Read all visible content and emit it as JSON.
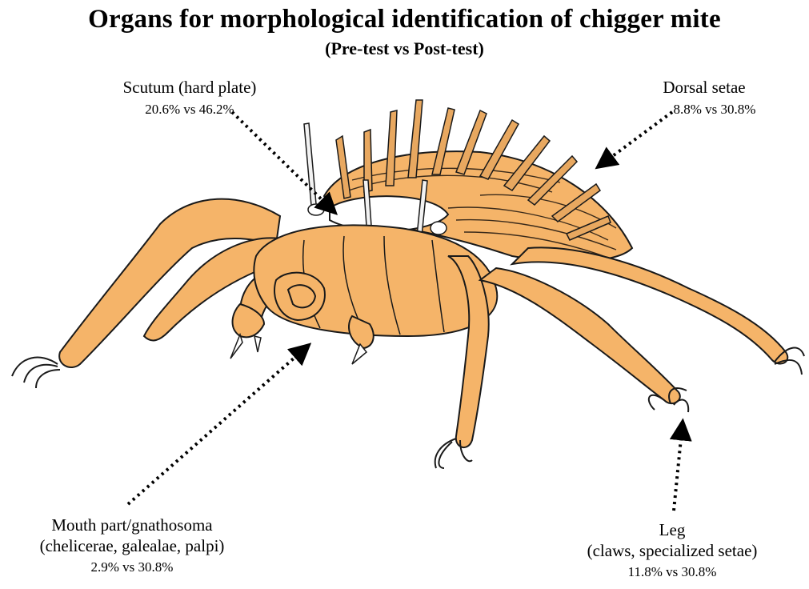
{
  "title": "Organs for morphological identification of chigger mite",
  "subtitle": "(Pre-test vs Post-test)",
  "labels": {
    "scutum": {
      "name": "Scutum (hard plate)",
      "values": "20.6% vs 46.2%"
    },
    "dorsal_setae": {
      "name": "Dorsal setae",
      "values": "8.8% vs 30.8%"
    },
    "mouth_part": {
      "name_line1": "Mouth part/gnathosoma",
      "name_line2": "(chelicerae, galealae, palpi)",
      "values": "2.9% vs 30.8%"
    },
    "leg": {
      "name_line1": "Leg",
      "name_line2": "(claws, specialized setae)",
      "values": "11.8% vs 30.8%"
    }
  },
  "colors": {
    "body_fill": "#F5B469",
    "outline": "#1a1a1a",
    "seta_fill": "#E8A860",
    "arrow": "#000000"
  }
}
